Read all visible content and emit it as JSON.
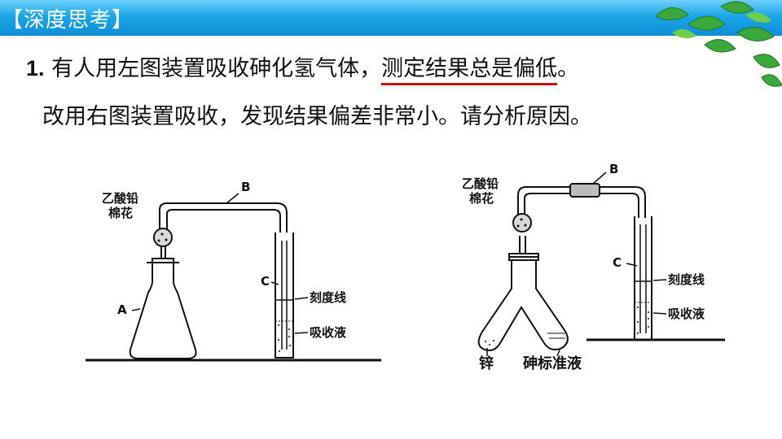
{
  "header": {
    "title": "【深度思考】"
  },
  "question": {
    "number": "1.",
    "line1_part1": "有人用左图装置吸收砷化氢气体，",
    "line1_highlight": "测定结果总是偏低",
    "line1_end": "。",
    "line2": "改用右图装置吸收，发现结果偏差非常小。请分析原因。"
  },
  "left_diagram": {
    "label_cotton_line1": "乙酸铅",
    "label_cotton_line2": "棉花",
    "label_B": "B",
    "label_C": "C",
    "label_A": "A",
    "label_scale": "刻度线",
    "label_absorb": "吸收液"
  },
  "right_diagram": {
    "label_cotton_line1": "乙酸铅",
    "label_cotton_line2": "棉花",
    "label_B": "B",
    "label_C": "C",
    "label_scale": "刻度线",
    "label_absorb": "吸收液",
    "label_zinc": "锌",
    "label_std": "砷标准液"
  },
  "colors": {
    "header": "#1aa6e6",
    "highlight_underline": "#d01010"
  }
}
